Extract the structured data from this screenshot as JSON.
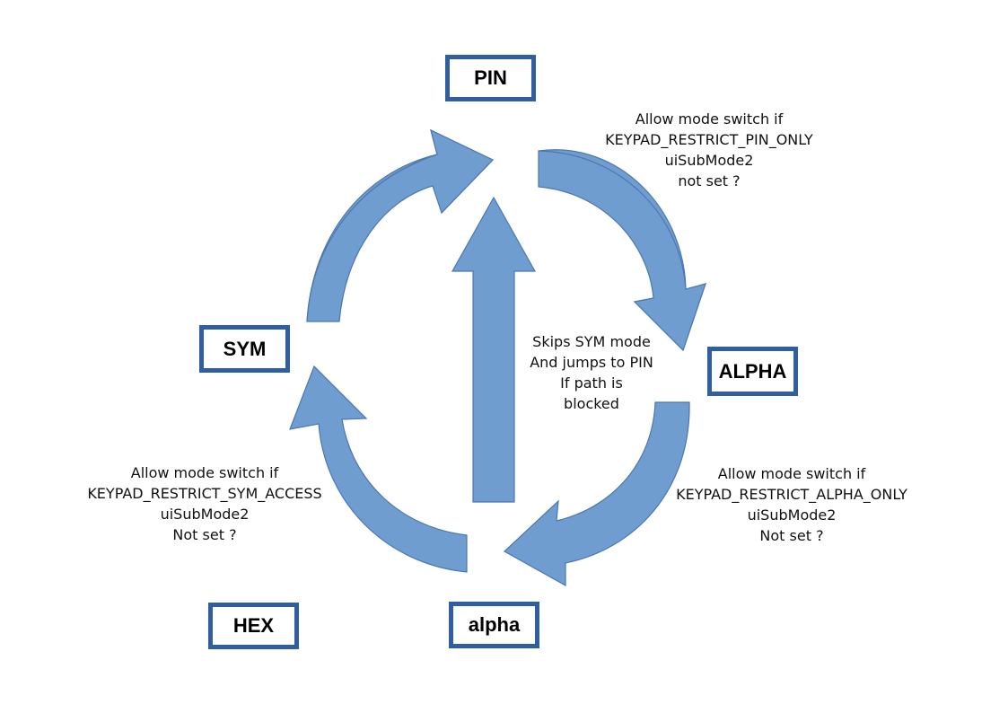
{
  "nodes": {
    "pin": "PIN",
    "alpha_upper": "ALPHA",
    "alpha_lower": "alpha",
    "sym": "SYM",
    "hex": "HEX"
  },
  "notes": {
    "pin_to_alpha": [
      "Allow mode switch if",
      "KEYPAD_RESTRICT_PIN_ONLY",
      "uiSubMode2",
      "not set ?"
    ],
    "alpha_to_lower": [
      "Allow mode switch if",
      "KEYPAD_RESTRICT_ALPHA_ONLY",
      "uiSubMode2",
      "Not set ?"
    ],
    "lower_to_sym": [
      "Allow mode switch if",
      "KEYPAD_RESTRICT_SYM_ACCESS",
      "uiSubMode2",
      "Not set ?"
    ],
    "skip": [
      "Skips SYM mode",
      "And jumps to PIN",
      "If path is",
      "blocked"
    ]
  },
  "colors": {
    "arrow_fill": "#6f9dd0",
    "arrow_stroke": "#4a78b0",
    "box_border": "#2f5f9e"
  }
}
